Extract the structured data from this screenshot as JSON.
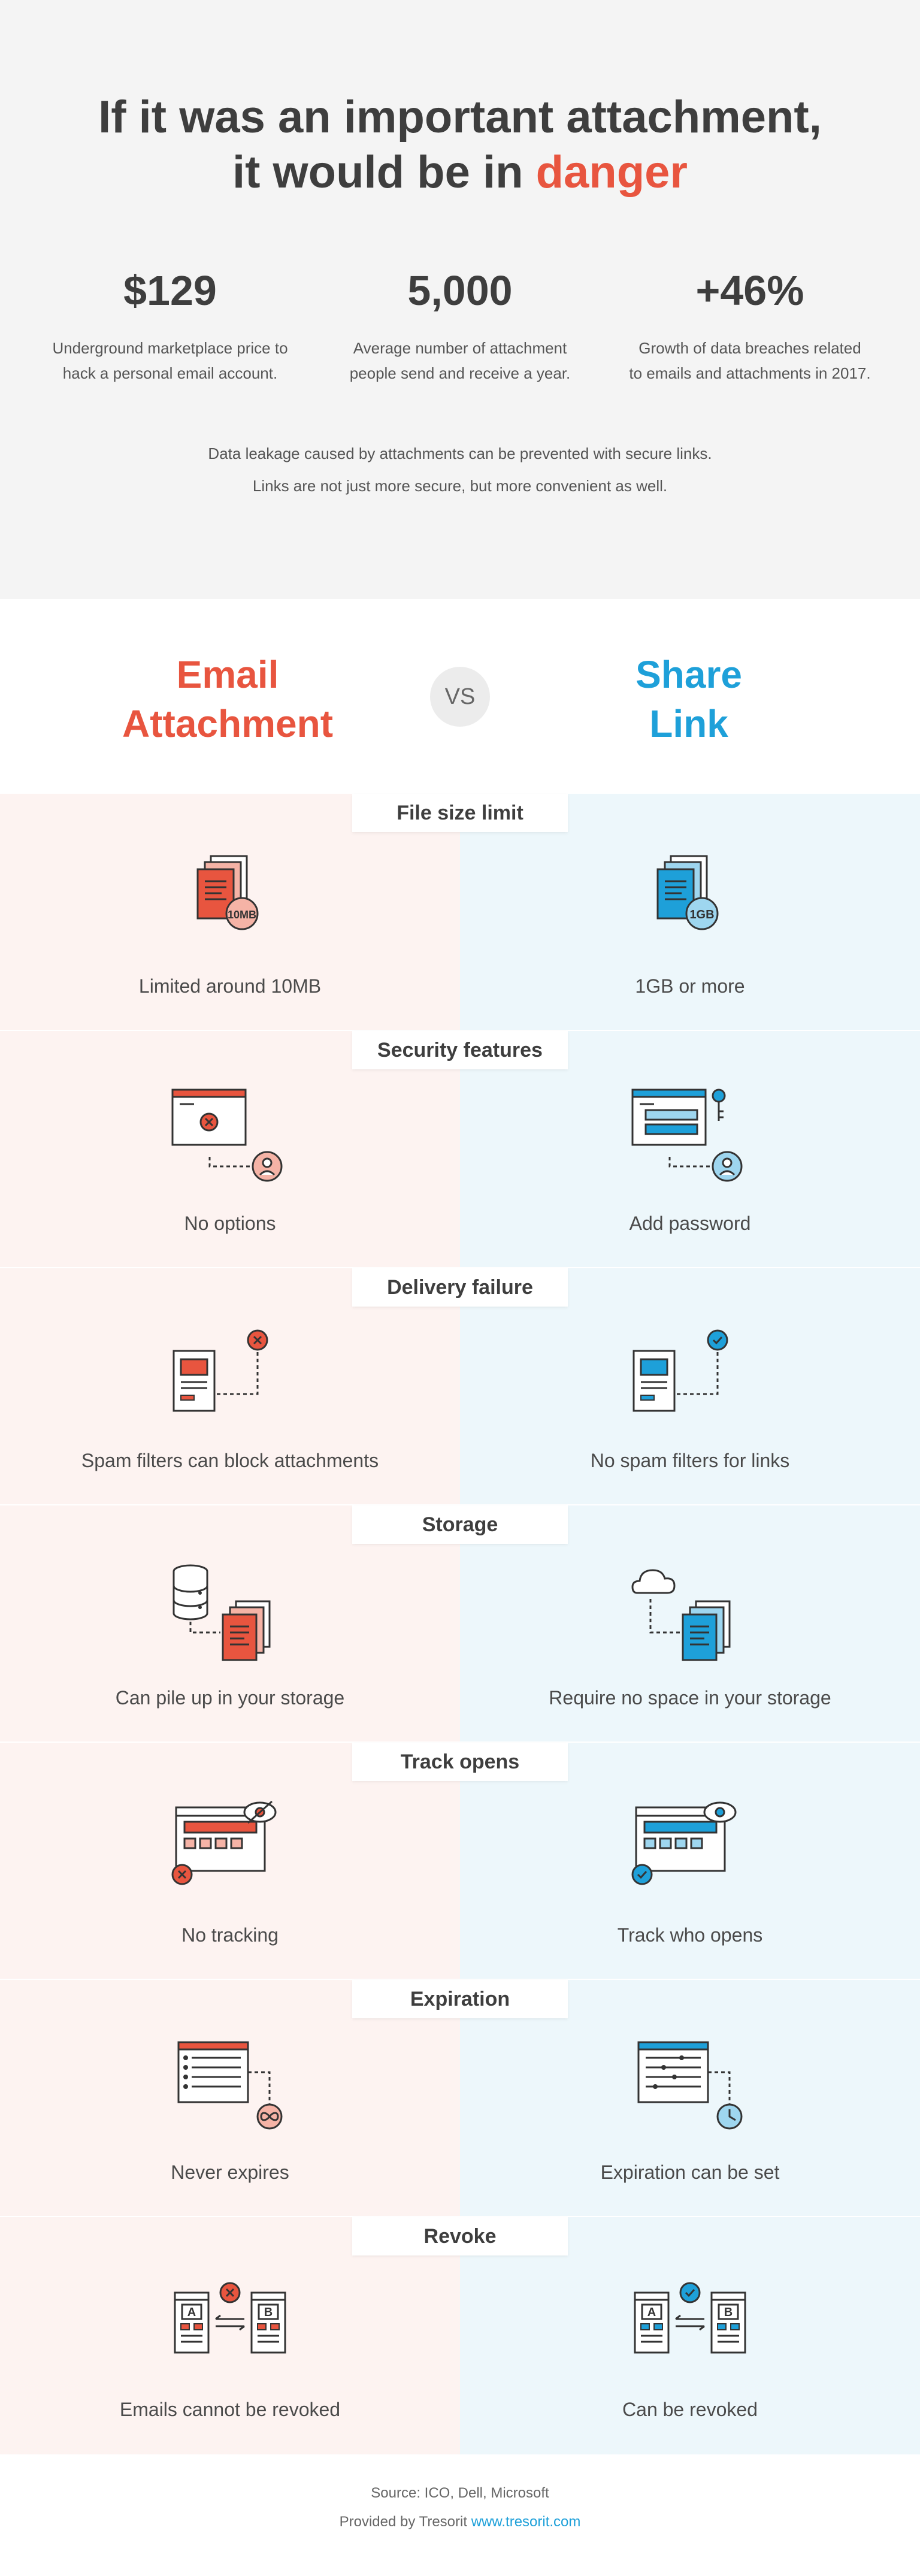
{
  "header": {
    "title_line1": "If it was an important attachment,",
    "title_line2_prefix": "it would be in ",
    "title_highlight": "danger",
    "stats": [
      {
        "number": "$129",
        "line1": "Underground marketplace price to",
        "line2": "hack a personal email account."
      },
      {
        "number": "5,000",
        "line1": "Average number of attachment",
        "line2": "people send and receive a year."
      },
      {
        "number": "+46%",
        "line1": "Growth of data breaches related",
        "line2": "to emails and attachments in 2017."
      }
    ],
    "note_line1": "Data leakage caused by attachments can be prevented with secure links.",
    "note_line2": "Links are not just more secure, but more convenient as well."
  },
  "vs": {
    "left_line1": "Email",
    "left_line2": "Attachment",
    "badge": "VS",
    "right_line1": "Share",
    "right_line2": "Link"
  },
  "sections": [
    {
      "title": "File size limit",
      "left": "Limited around 10MB",
      "right": "1GB or more",
      "left_badge": "10MB",
      "right_badge": "1GB"
    },
    {
      "title": "Security features",
      "left": "No options",
      "right": "Add password"
    },
    {
      "title": "Delivery failure",
      "left": "Spam filters can block attachments",
      "right": "No spam filters for links"
    },
    {
      "title": "Storage",
      "left": "Can pile up in your storage",
      "right": "Require no space in your storage"
    },
    {
      "title": "Track opens",
      "left": "No tracking",
      "right": "Track who opens"
    },
    {
      "title": "Expiration",
      "left": "Never expires",
      "right": "Expiration can be set"
    },
    {
      "title": "Revoke",
      "left": "Emails cannot be revoked",
      "right": "Can be revoked",
      "phone_a": "A",
      "phone_b": "B"
    }
  ],
  "icons": {
    "file_size": "file-stack-icon",
    "security": "browser-lock-icon",
    "delivery": "document-status-icon",
    "storage": "storage-icon",
    "track": "browser-eye-icon",
    "expiration": "list-clock-icon",
    "revoke": "phones-exchange-icon"
  },
  "colors": {
    "email": "#e8553f",
    "link": "#1ea0d9",
    "header_bg": "#f4f4f4",
    "left_bg": "#fdf3f1",
    "right_bg": "#edf7fb"
  },
  "footer": {
    "source": "Source: ICO, Dell, Microsoft",
    "provided_prefix": "Provided by Tresorit ",
    "url": "www.tresorit.com"
  }
}
